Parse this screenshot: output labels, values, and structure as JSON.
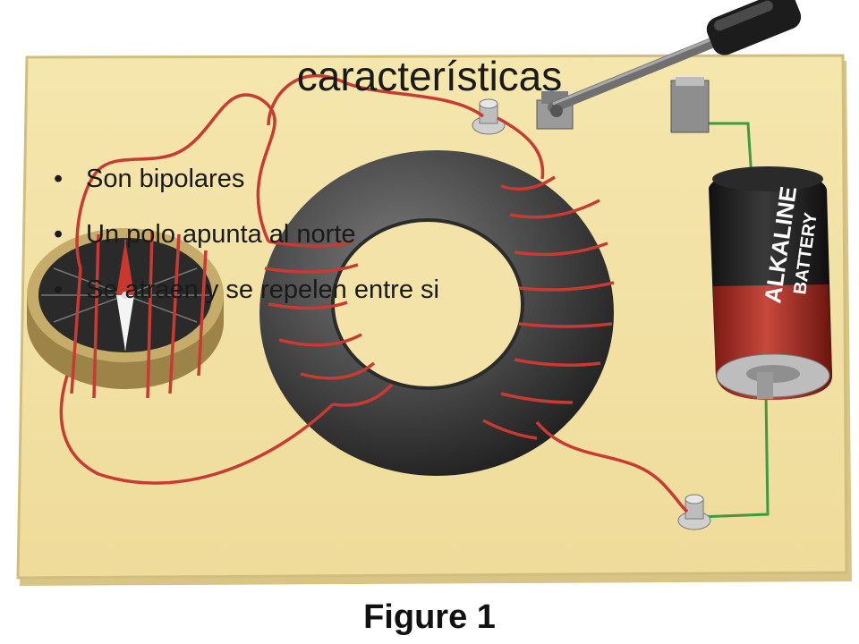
{
  "slide": {
    "title": "características",
    "bullets": [
      "Son bipolares",
      "Un polo apunta al norte",
      "Se atraen y se repelen entre si"
    ]
  },
  "figure": {
    "caption": "Figure 1",
    "battery_label_line1": "ALKALINE",
    "battery_label_line2": "BATTERY"
  },
  "colors": {
    "board": "#f3e3a8",
    "wire_red": "#c83a32",
    "wire_green": "#3f9a3f",
    "toroid": "#4a4a4a"
  }
}
